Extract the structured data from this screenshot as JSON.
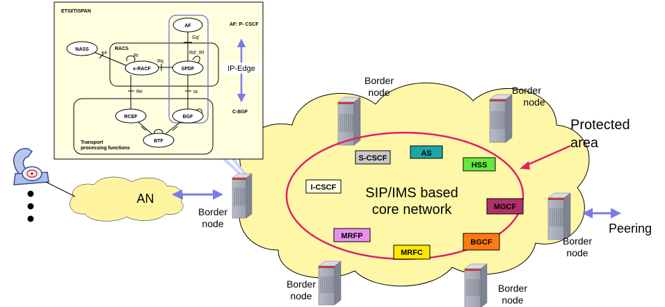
{
  "colors": {
    "cloud_fill": "#fff7a8",
    "an_cloud_fill": "#fff5a0",
    "inset_fill": "#ffffe0",
    "protected_ellipse": "#e0206a",
    "arrow": "#7b7be8",
    "blue_box": "#5a6ad8",
    "s_cscf": "#c8c8c8",
    "as": "#1aa6a6",
    "hss": "#66e840",
    "i_cscf": "#ffffe0",
    "mgcf": "#b0306a",
    "mrfp": "#e890ee",
    "mrfc": "#ffe800",
    "bgcf": "#ff7a10"
  },
  "inset": {
    "title": "ETSI/TISPAN",
    "af": "AF",
    "gq": "Gq'",
    "nass": "NASS",
    "e4": "e4",
    "racs": "RACS",
    "rr": "Rr",
    "xracf": "x-RACF",
    "rq": "Rq",
    "spdf": "SPDF",
    "rd": "Rd', Rf",
    "re": "Re",
    "ia": "Ia",
    "rcef": "RCEF",
    "bgf": "BGF",
    "btf": "BTF",
    "transport_1": "Transport",
    "transport_2": "processing functions"
  },
  "side": {
    "af_pcscf": "AF: P- CSCF",
    "ip_edge": "IP-Edge",
    "c_bgf": "C-BGF"
  },
  "core": {
    "title_1": "SIP/IMS based",
    "title_2": "core network",
    "boxes": {
      "s_cscf": "S-CSCF",
      "as": "AS",
      "hss": "HSS",
      "i_cscf": "I-CSCF",
      "mgcf": "MGCF",
      "mrfp": "MRFP",
      "mrfc": "MRFC",
      "bgcf": "BGCF"
    }
  },
  "labels": {
    "an": "AN",
    "protected_1": "Protected",
    "protected_2": "area",
    "peering": "Peering",
    "border_line1": "Border",
    "border_line2": "node"
  }
}
